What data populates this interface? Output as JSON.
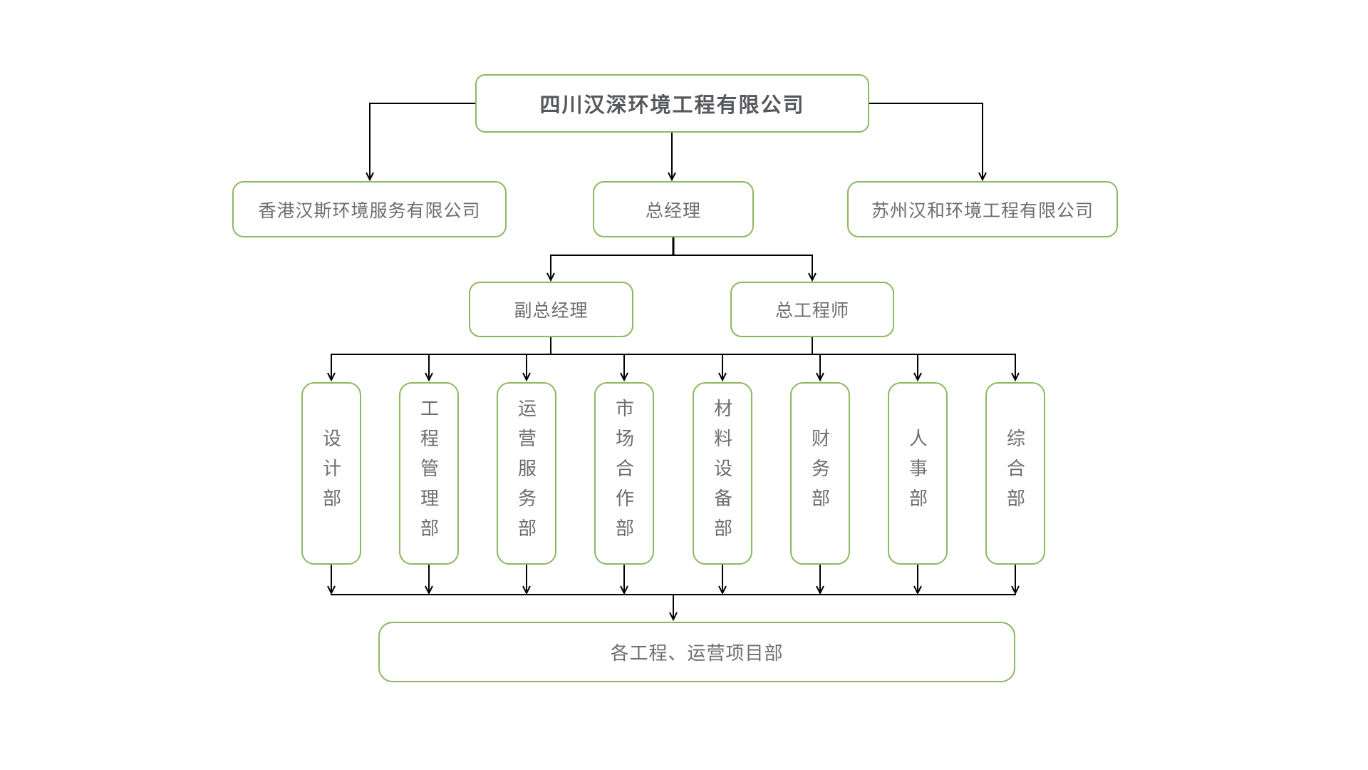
{
  "colors": {
    "box_border": "#8db860",
    "box_fill": "#ffffff",
    "connector_line": "#000000",
    "root_text": "#57585c",
    "body_text": "#6e6e6e",
    "background": "#ffffff"
  },
  "org_chart": {
    "root": {
      "label": "四川汉深环境工程有限公司"
    },
    "level1": [
      {
        "label": "香港汉斯环境服务有限公司"
      },
      {
        "label": "总经理"
      },
      {
        "label": "苏州汉和环境工程有限公司"
      }
    ],
    "level2": [
      {
        "label": "副总经理"
      },
      {
        "label": "总工程师"
      }
    ],
    "departments": [
      {
        "label": "设计部"
      },
      {
        "label": "工程管理部"
      },
      {
        "label": "运营服务部"
      },
      {
        "label": "市场合作部"
      },
      {
        "label": "材料设备部"
      },
      {
        "label": "财务部"
      },
      {
        "label": "人事部"
      },
      {
        "label": "综合部"
      }
    ],
    "bottom": {
      "label": "各工程、运营项目部"
    }
  }
}
